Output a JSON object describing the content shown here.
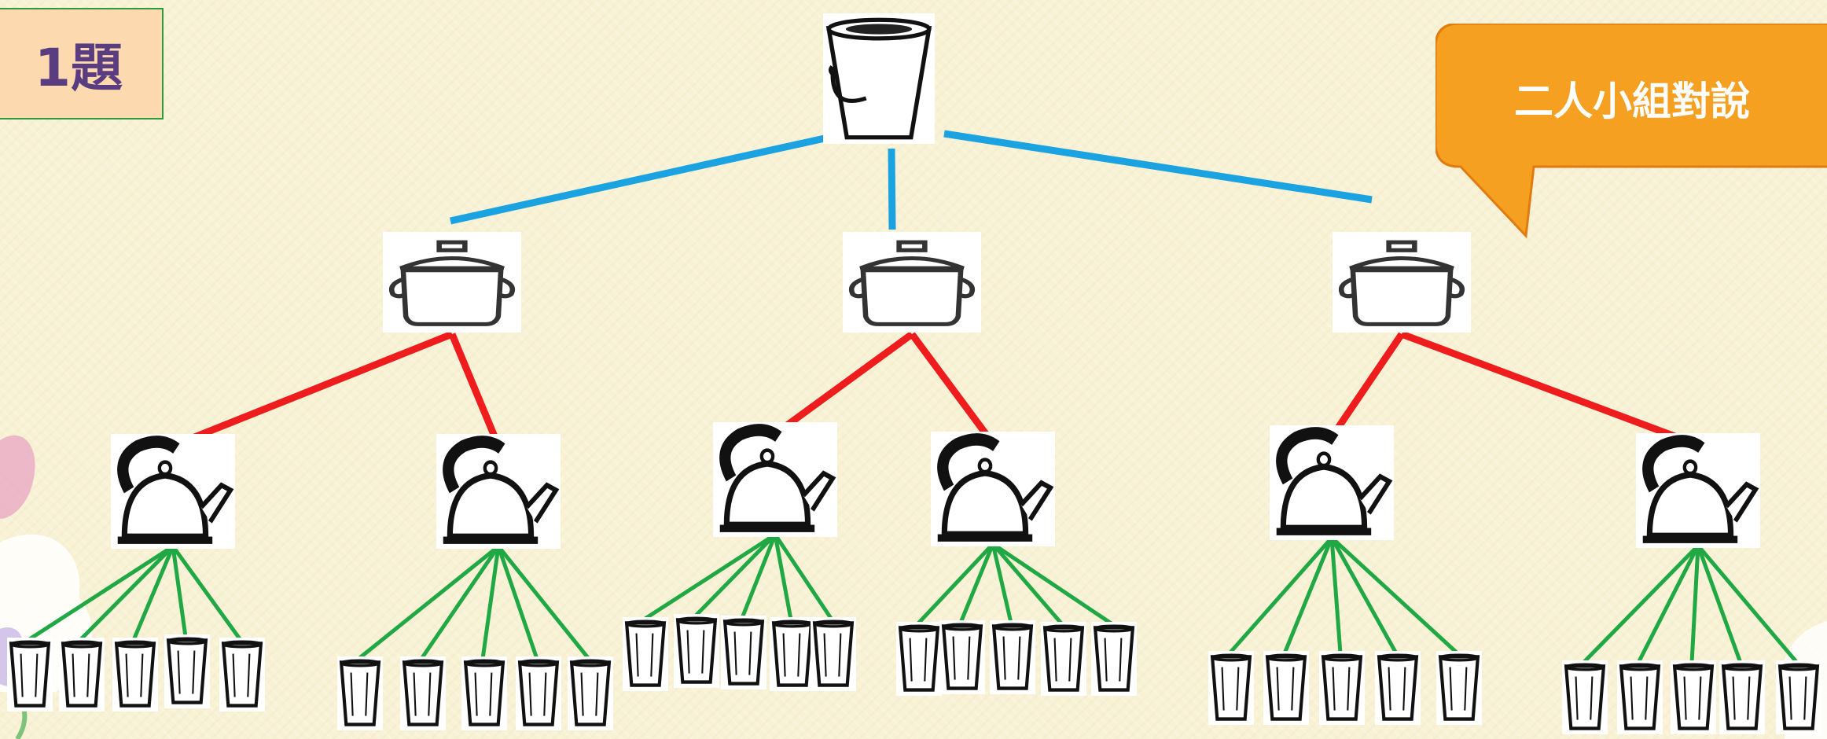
{
  "question": {
    "label": "1題"
  },
  "callout": {
    "label": "二人小組對說",
    "color": "#f5a020",
    "border_color": "#e07b10"
  },
  "diagram": {
    "root": {
      "kind": "bucket",
      "icon": "bucket-icon"
    },
    "branch_counts": [
      3,
      2,
      5
    ],
    "tiers": [
      {
        "kind": "pot",
        "icon": "pot-icon",
        "count": 3
      },
      {
        "kind": "kettle",
        "icon": "kettle-icon",
        "count": 6
      },
      {
        "kind": "cup",
        "icon": "cup-icon",
        "count": 30
      }
    ],
    "line_colors": {
      "bucket_to_pot": "#1aa3e0",
      "pot_to_kettle": "#ee1c1c",
      "kettle_to_cup": "#1fa843"
    }
  }
}
